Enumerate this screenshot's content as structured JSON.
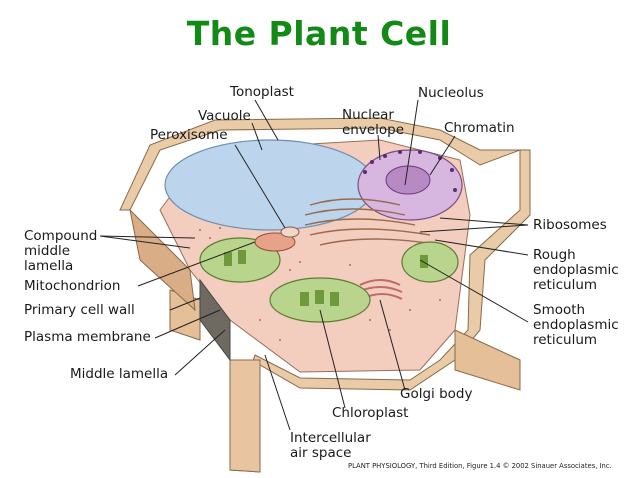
{
  "title": "The Plant Cell",
  "labels": {
    "tonoplast": "Tonoplast",
    "nucleolus": "Nucleolus",
    "vacuole": "Vacuole",
    "nuclear_envelope": "Nuclear\nenvelope",
    "chromatin": "Chromatin",
    "peroxisome": "Peroxisome",
    "compound_middle_lamella": "Compound\nmiddle\nlamella",
    "mitochondrion": "Mitochondrion",
    "primary_cell_wall": "Primary cell wall",
    "plasma_membrane": "Plasma membrane",
    "middle_lamella": "Middle lamella",
    "ribosomes": "Ribosomes",
    "rough_er": "Rough\nendoplasmic\nreticulum",
    "smooth_er": "Smooth\nendoplasmic\nreticulum",
    "golgi_body": "Golgi body",
    "chloroplast": "Chloroplast",
    "intercellular_air_space": "Intercellular\nair space"
  },
  "credit": "PLANT PHYSIOLOGY, Third Edition, Figure 1.4  © 2002 Sinauer Associates, Inc.",
  "colors": {
    "title": "#138a16",
    "wall": "#eacba8",
    "wall_dark": "#c89c72",
    "cytoplasm": "#f2c8b8",
    "vacuole": "#bcd5ec",
    "nucleus": "#d8b8e0",
    "chloroplast": "#b9d48c",
    "leader": "#222222"
  }
}
